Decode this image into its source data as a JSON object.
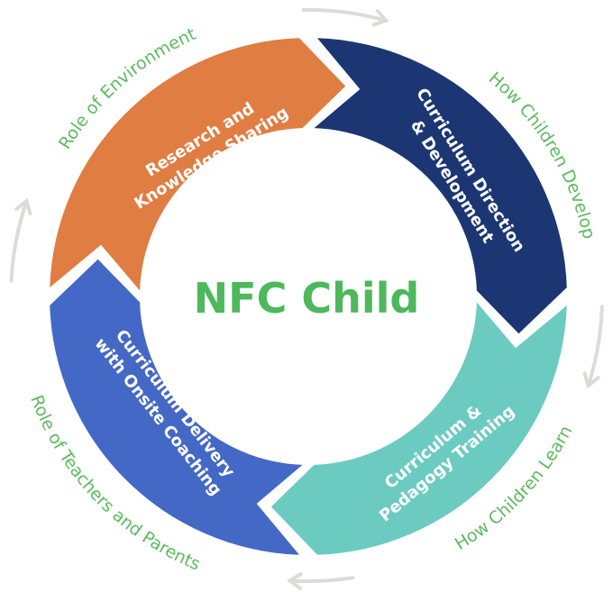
{
  "center": {
    "title": "NFC Child"
  },
  "segments": [
    {
      "lines": [
        "Research and",
        "Knowledge Sharing"
      ],
      "color": "#e07d42"
    },
    {
      "lines": [
        "Curriculum Direction",
        "& Development"
      ],
      "color": "#1b3672"
    },
    {
      "lines": [
        "Curriculum &",
        "Pedagogy Training"
      ],
      "color": "#6ccbc1"
    },
    {
      "lines": [
        "Curriculum Delivery",
        "with Onsite Coaching"
      ],
      "color": "#4468c5"
    }
  ],
  "outer_labels": {
    "environment": "Role of Environment",
    "develop": "How Children Develop",
    "learn": "How Children Learn",
    "teachers": "Role of Teachers and Parents"
  },
  "colors": {
    "label_green": "#5cba60",
    "arrow_gray": "#dcdcd6"
  }
}
